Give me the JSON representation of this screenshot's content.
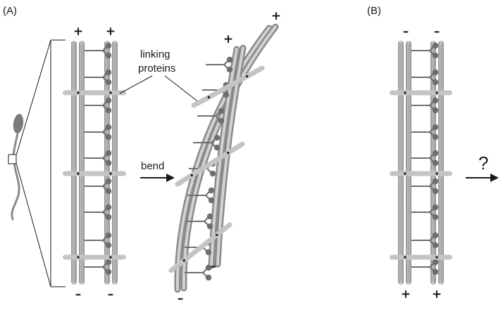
{
  "panel_a": {
    "label": "(A)",
    "top_signs": [
      "+",
      "+"
    ],
    "bottom_signs": [
      "–",
      "–"
    ],
    "linking_label_line1": "linking",
    "linking_label_line2": "proteins"
  },
  "bent": {
    "top_signs": [
      "+",
      "+"
    ],
    "bottom_signs": [
      "–",
      "–"
    ],
    "bend_label": "bend"
  },
  "panel_b": {
    "label": "(B)",
    "top_signs": [
      "–",
      "–"
    ],
    "bottom_signs": [
      "+",
      "+"
    ],
    "question": "?"
  },
  "colors": {
    "tubule": "#a9a9a9",
    "tubule_dark": "#8a8a8a",
    "tubule_light": "#d2d2d2",
    "motor": "#6e6e6e",
    "link": "#c4c4c4",
    "ink": "#1a1a1a"
  }
}
